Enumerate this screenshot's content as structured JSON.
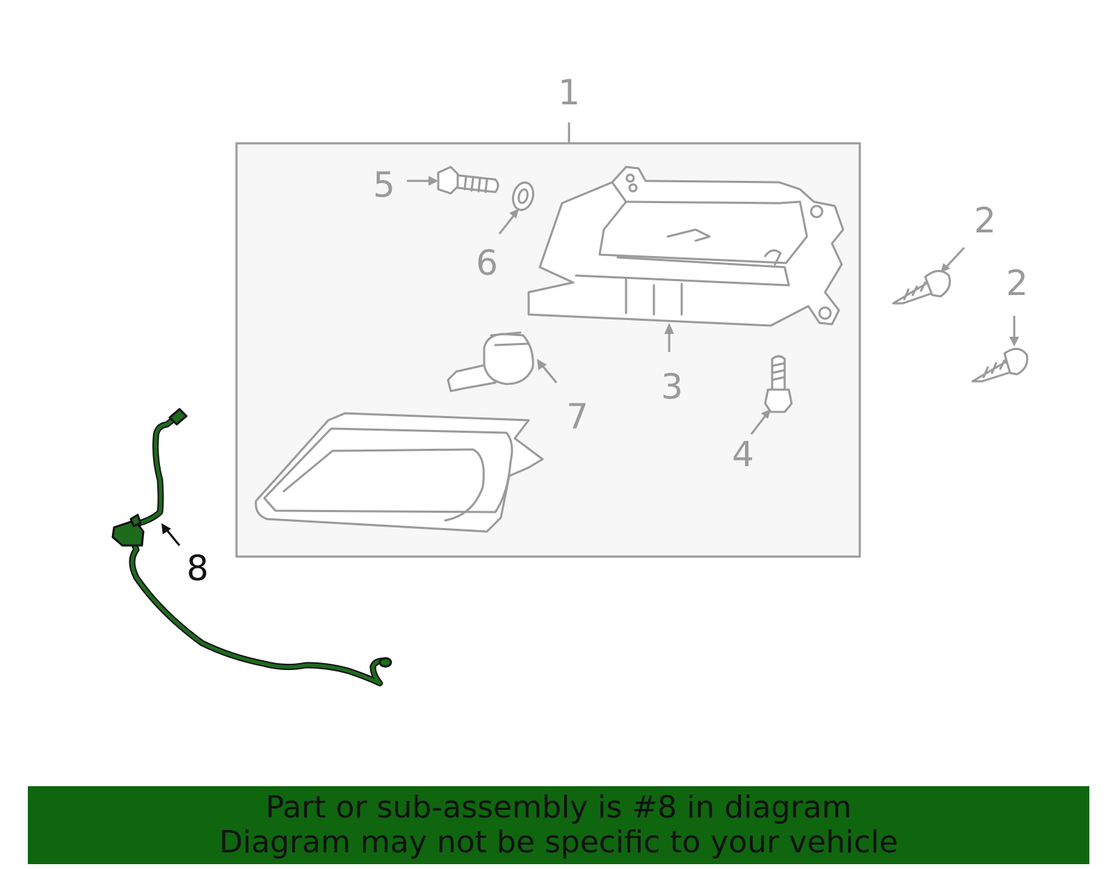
{
  "callouts": {
    "c1": "1",
    "c2a": "2",
    "c2b": "2",
    "c3": "3",
    "c4": "4",
    "c5": "5",
    "c6": "6",
    "c7": "7",
    "c8": "8"
  },
  "banner": {
    "line1": "Part or sub-assembly is #8 in diagram",
    "line2": "Diagram may not be specific to your vehicle"
  },
  "colors": {
    "banner_bg": "#0f660f",
    "highlight_part": "#1e6b1e",
    "part_outline": "#9a9a9a",
    "assembly_box_bg": "#f7f7f7"
  },
  "highlighted_part": "8"
}
